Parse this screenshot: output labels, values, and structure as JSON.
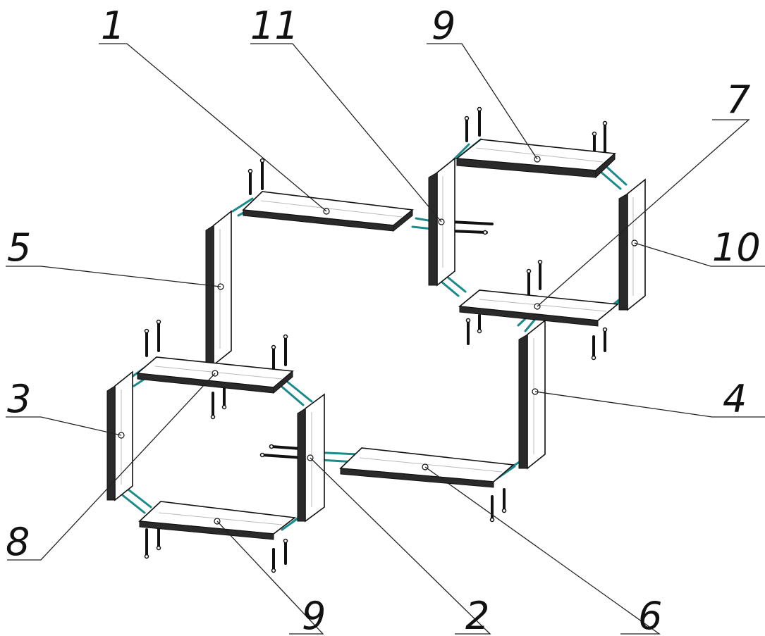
{
  "diagram": {
    "callouts": [
      {
        "id": "c1",
        "label": "1"
      },
      {
        "id": "c11",
        "label": "11"
      },
      {
        "id": "c9a",
        "label": "9"
      },
      {
        "id": "c7",
        "label": "7"
      },
      {
        "id": "c5",
        "label": "5"
      },
      {
        "id": "c10",
        "label": "10"
      },
      {
        "id": "c3",
        "label": "3"
      },
      {
        "id": "c4",
        "label": "4"
      },
      {
        "id": "c8",
        "label": "8"
      },
      {
        "id": "c9b",
        "label": "9"
      },
      {
        "id": "c2",
        "label": "2"
      },
      {
        "id": "c6",
        "label": "6"
      }
    ],
    "colors": {
      "connector": "#1a8a8a",
      "outline": "#111111",
      "background": "#ffffff"
    }
  }
}
